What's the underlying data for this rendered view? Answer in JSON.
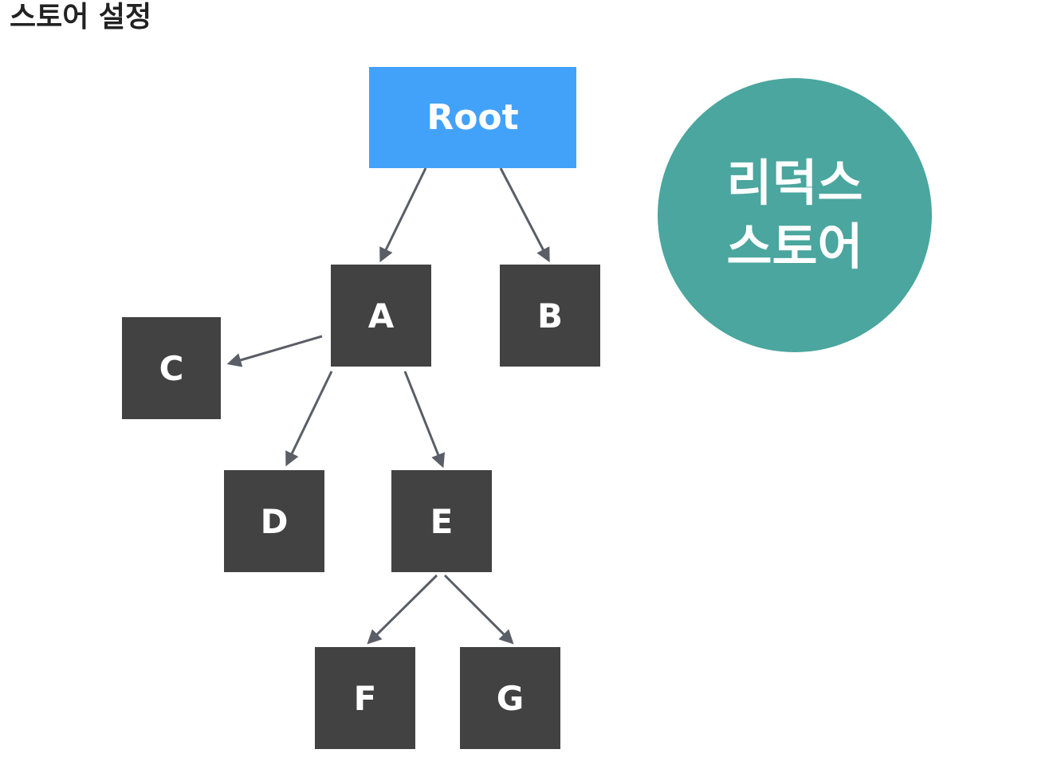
{
  "page": {
    "title": "스토어 설정"
  },
  "diagram": {
    "root": {
      "label": "Root",
      "color": "#42a2fa"
    },
    "nodes": [
      {
        "id": "a",
        "label": "A"
      },
      {
        "id": "b",
        "label": "B"
      },
      {
        "id": "c",
        "label": "C"
      },
      {
        "id": "d",
        "label": "D"
      },
      {
        "id": "e",
        "label": "E"
      },
      {
        "id": "f",
        "label": "F"
      },
      {
        "id": "g",
        "label": "G"
      }
    ],
    "edges": [
      {
        "from": "root",
        "to": "a"
      },
      {
        "from": "root",
        "to": "b"
      },
      {
        "from": "a",
        "to": "c"
      },
      {
        "from": "a",
        "to": "d"
      },
      {
        "from": "a",
        "to": "e"
      },
      {
        "from": "e",
        "to": "f"
      },
      {
        "from": "e",
        "to": "g"
      }
    ],
    "node_color": "#424242",
    "edge_color": "#5a5e66"
  },
  "store": {
    "line1": "리덕스",
    "line2": "스토어",
    "color": "#4aa69e"
  }
}
